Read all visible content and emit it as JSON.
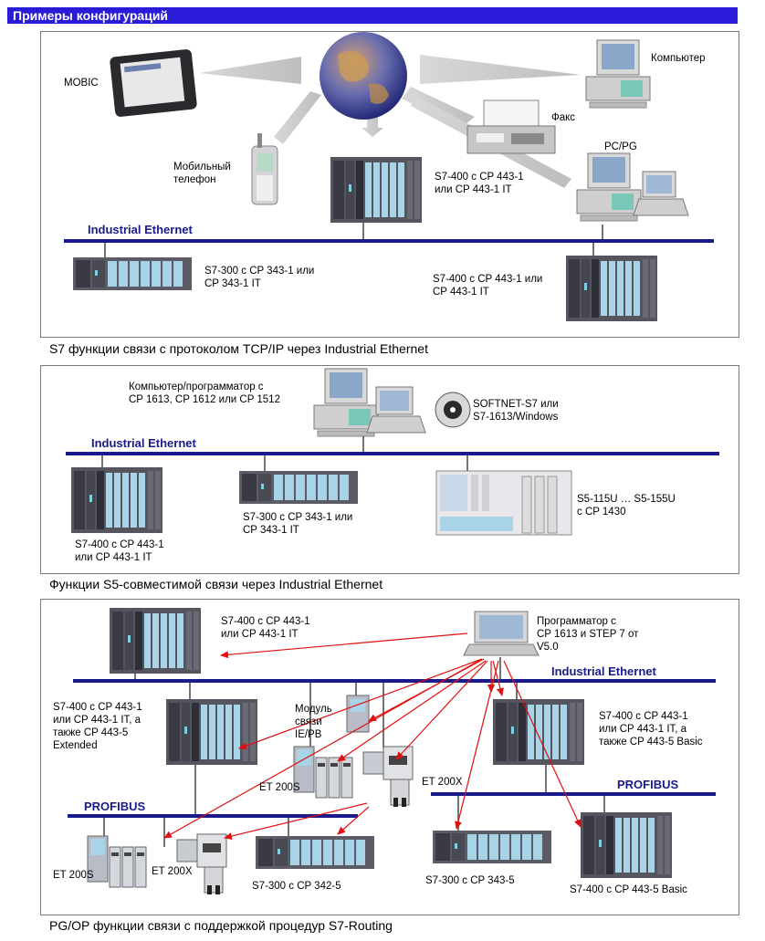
{
  "header": {
    "title": "Примеры конфигураций"
  },
  "colors": {
    "title_bg": "#2a1bd8",
    "bus": "#1a1a8c",
    "arrow": "#e01010",
    "rack": "#5e5e6a",
    "module": "#a9d3e6"
  },
  "panel1": {
    "caption": "S7 функции связи с протоколом TCP/IP через Industrial Ethernet",
    "bus": "Industrial Ethernet",
    "mobic": "MOBIC",
    "computer": "Компьютер",
    "fax": "Факс",
    "phone": [
      "Мобильный",
      "телефон"
    ],
    "pcpg": "PC/PG",
    "s7400_top": [
      "S7-400 с CP 443-1",
      "или CP 443-1 IT"
    ],
    "s7300": [
      "S7-300 с CP 343-1 или",
      "CP 343-1 IT"
    ],
    "s7400_right": [
      "S7-400 с CP 443-1 или",
      "CP 443-1 IT"
    ]
  },
  "panel2": {
    "caption": "Функции S5-совместимой связи через Industrial Ethernet",
    "bus": "Industrial Ethernet",
    "pc": [
      "Компьютер/программатор с",
      "CP 1613, CP 1612 или CP 1512"
    ],
    "softnet": [
      "SOFTNET-S7 или",
      "S7-1613/Windows"
    ],
    "s7400": [
      "S7-400 с CP 443-1",
      "или CP 443-1 IT"
    ],
    "s7300": [
      "S7-300 с CP 343-1 или",
      "CP 343-1 IT"
    ],
    "s5": [
      "S5-115U … S5-155U",
      "с CP 1430"
    ]
  },
  "panel3": {
    "caption": "PG/OP функции связи с поддержкой процедур S7-Routing",
    "bus_ie": "Industrial Ethernet",
    "bus_pb_left": "PROFIBUS",
    "bus_pb_right": "PROFIBUS",
    "s7400_top": [
      "S7-400 с CP 443-1",
      "или CP 443-1 IT"
    ],
    "pg": [
      "Программатор с",
      "CP 1613 и STEP 7 от",
      "V5.0"
    ],
    "s7400_left": [
      "S7-400 с CP 443-1",
      "или CP 443-1 IT, а",
      "также CP 443-5",
      "Extended"
    ],
    "module": [
      "Модуль",
      "связи",
      "IE/PB"
    ],
    "s7400_right": [
      "S7-400 с CP 443-1",
      "или CP 443-1 IT, а",
      "также CP 443-5 Basic"
    ],
    "et200s_mid": "ET 200S",
    "et200x_mid": "ET 200X",
    "et200s_bottom": "ET 200S",
    "et200x_bottom": "ET 200X",
    "s7300_342": "S7-300 с CP 342-5",
    "s7300_343": "S7-300 с CP 343-5",
    "s7400_basic": "S7-400 с CP 443-5 Basic"
  }
}
